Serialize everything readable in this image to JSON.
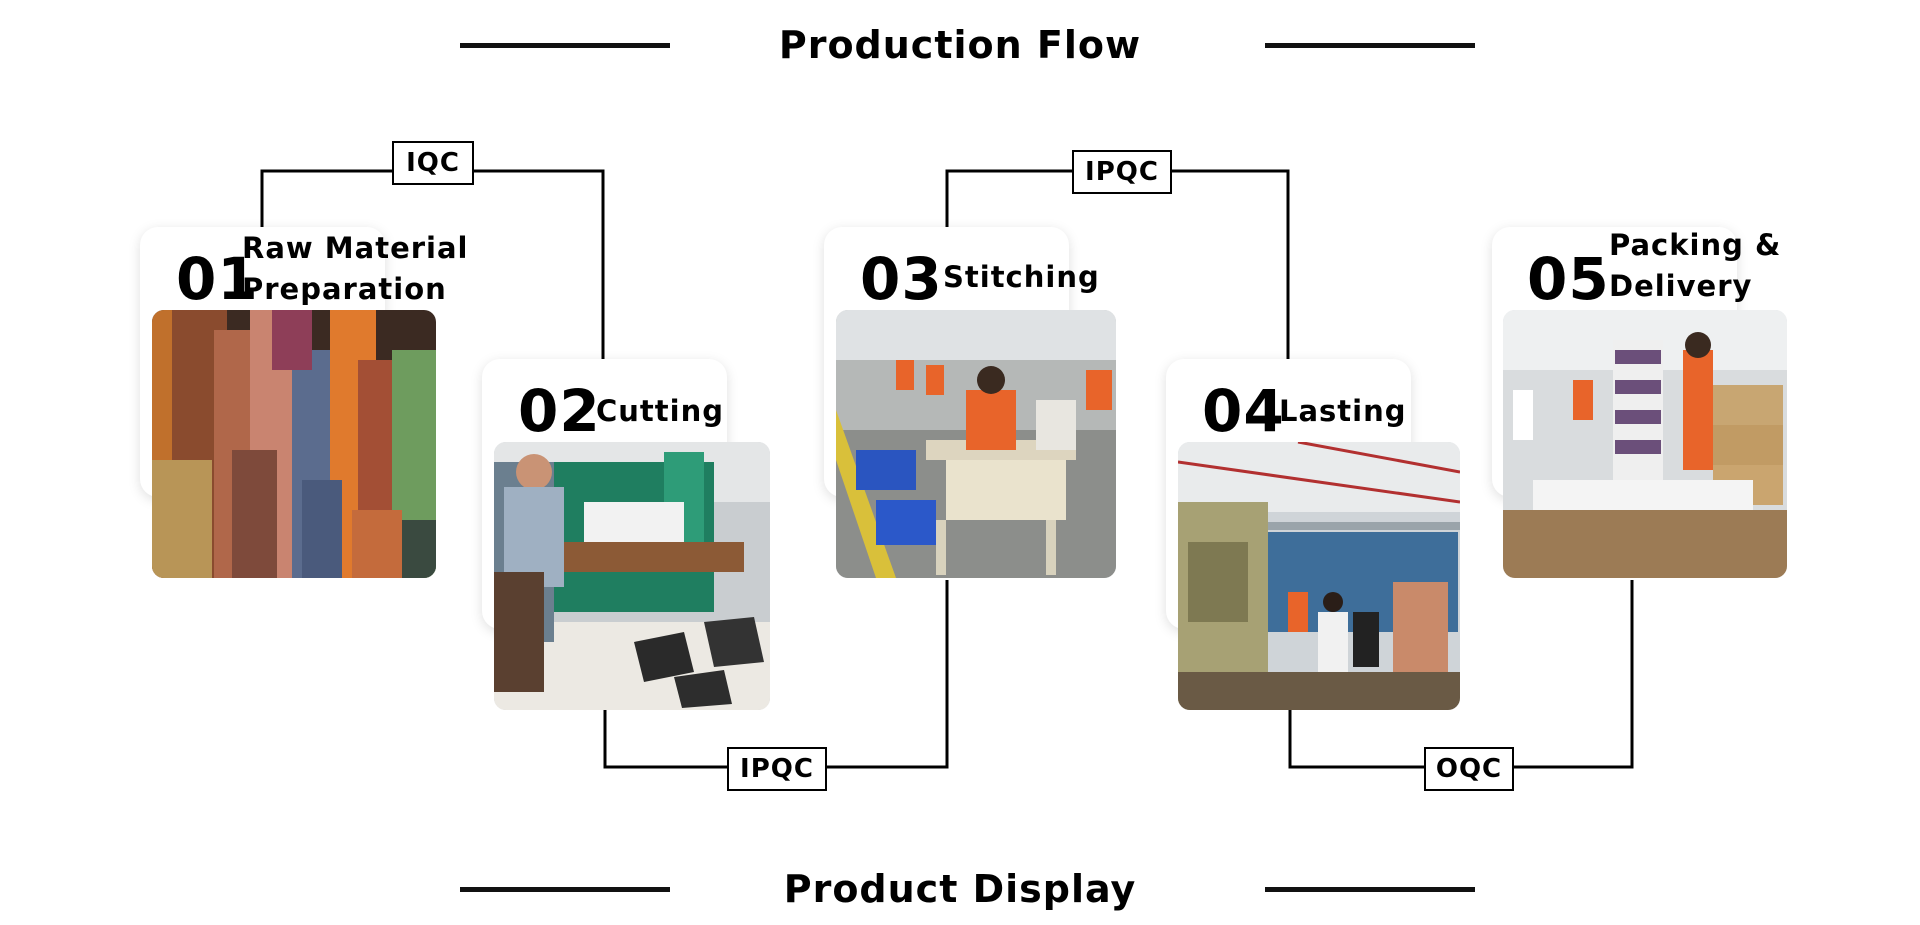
{
  "titles": {
    "production": "Production Flow",
    "display": "Product Display"
  },
  "steps": [
    {
      "num": "01",
      "label_line1": "Raw Material",
      "label_line2": "Preparation",
      "photo": "leather-rolls-photo"
    },
    {
      "num": "02",
      "label_line1": "Cutting",
      "label_line2": "",
      "photo": "cutting-machine-photo"
    },
    {
      "num": "03",
      "label_line1": "Stitching",
      "label_line2": "",
      "photo": "stitching-workshop-photo"
    },
    {
      "num": "04",
      "label_line1": "Lasting",
      "label_line2": "",
      "photo": "lasting-line-photo"
    },
    {
      "num": "05",
      "label_line1": "Packing &",
      "label_line2": "Delivery",
      "photo": "packing-line-photo"
    }
  ],
  "qc": {
    "iqc": "IQC",
    "ipqc_top": "IPQC",
    "ipqc_bottom": "IPQC",
    "oqc": "OQC"
  },
  "colors": {
    "line": "#000000",
    "card": "#ffffff",
    "worker_uniform": "#e8642a"
  }
}
